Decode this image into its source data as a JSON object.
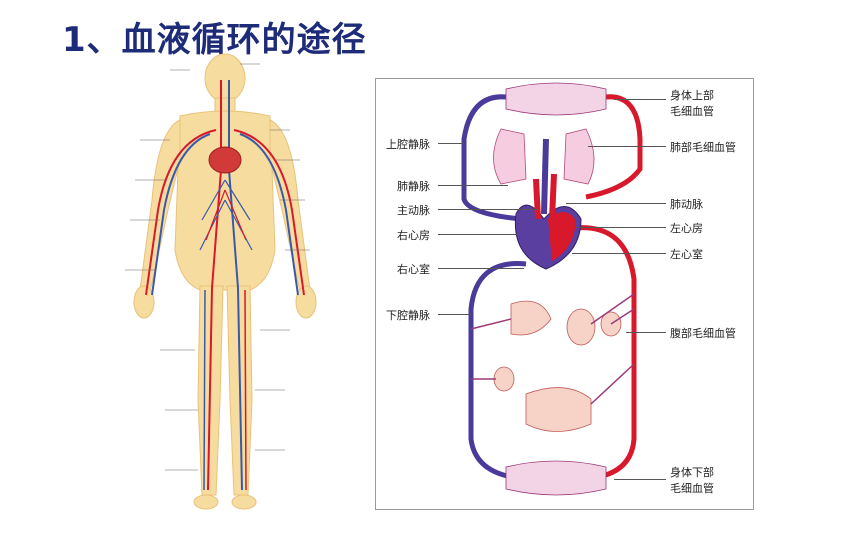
{
  "title": "1、血液循环的途径",
  "diagram": {
    "labels_left": [
      "上腔静脉",
      "肺静脉",
      "主动脉",
      "右心房",
      "右心室",
      "下腔静脉"
    ],
    "labels_right": [
      "肺部毛细血管",
      "肺动脉",
      "左心房",
      "左心室",
      "腹部毛细血管"
    ],
    "top_capillary": [
      "身体上部",
      "毛细血管"
    ],
    "bottom_capillary": [
      "身体下部",
      "毛细血管"
    ]
  },
  "colors": {
    "artery": "#d8182b",
    "vein": "#4b3a9a",
    "title": "#1e2b78",
    "skin": "#f7dca0"
  }
}
